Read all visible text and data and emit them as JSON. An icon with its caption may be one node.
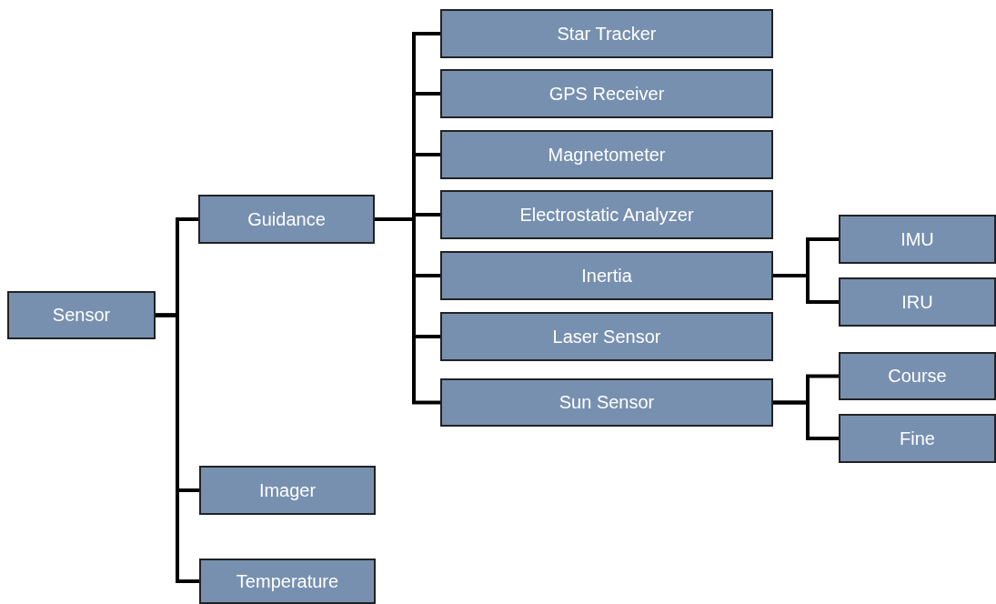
{
  "diagram": {
    "nodes": [
      {
        "text": [
          "Sensor"
        ]
      },
      {
        "text": [
          "Guidance"
        ]
      },
      {
        "text": [
          "Imager"
        ]
      },
      {
        "text": [
          "Temperature"
        ]
      },
      {
        "text": [
          "Star Tracker"
        ]
      },
      {
        "text": [
          "GPS Receiver"
        ]
      },
      {
        "text": [
          "Magnetometer"
        ]
      },
      {
        "text": [
          "Electrostatic Analyzer"
        ]
      },
      {
        "text": [
          "Inertia"
        ]
      },
      {
        "text": [
          "Laser Sensor"
        ]
      },
      {
        "text": [
          "Sun Sensor"
        ]
      },
      {
        "text": [
          "IMU"
        ]
      },
      {
        "text": [
          "IRU"
        ]
      },
      {
        "text": [
          "Course"
        ]
      },
      {
        "text": [
          "Fine"
        ]
      }
    ],
    "edges": [
      {
        "from": 0,
        "to": 1,
        "arrow": "none"
      },
      {
        "from": 0,
        "to": 2,
        "arrow": "none"
      },
      {
        "from": 0,
        "to": 3,
        "arrow": "none"
      },
      {
        "from": 1,
        "to": 4,
        "arrow": "none"
      },
      {
        "from": 1,
        "to": 5,
        "arrow": "none"
      },
      {
        "from": 1,
        "to": 6,
        "arrow": "none"
      },
      {
        "from": 1,
        "to": 7,
        "arrow": "none"
      },
      {
        "from": 1,
        "to": 8,
        "arrow": "none"
      },
      {
        "from": 1,
        "to": 9,
        "arrow": "none"
      },
      {
        "from": 1,
        "to": 10,
        "arrow": "none"
      },
      {
        "from": 8,
        "to": 11,
        "arrow": "none"
      },
      {
        "from": 8,
        "to": 12,
        "arrow": "none"
      },
      {
        "from": 10,
        "to": 13,
        "arrow": "none"
      },
      {
        "from": 10,
        "to": 14,
        "arrow": "none"
      }
    ]
  }
}
